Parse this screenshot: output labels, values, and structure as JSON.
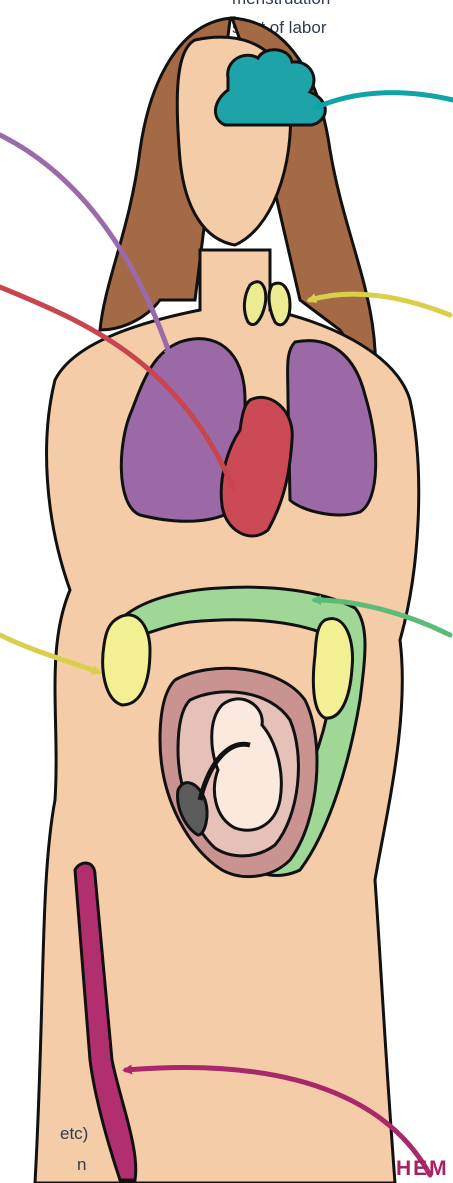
{
  "text": {
    "line1": "menstruation",
    "line2": "start of labor",
    "line3": "etc)",
    "line4": "n",
    "corner_label": "HEM"
  },
  "colors": {
    "skin": "#f4cda8",
    "hair": "#a46a45",
    "brain": "#1ea3a8",
    "thyroid": "#eceb91",
    "lungs": "#9b6aa6",
    "heart": "#cc4a55",
    "intestine": "#9ed796",
    "kidneys": "#f2f092",
    "uterus": "#c99490",
    "vein": "#b12f6e",
    "arrow_teal": "#10a4a6",
    "arrow_yellow": "#d9cf4a",
    "arrow_purple": "#9a6aaa",
    "arrow_red": "#c8454d",
    "arrow_green": "#5bbb77",
    "arrow_magenta": "#a8286a"
  }
}
